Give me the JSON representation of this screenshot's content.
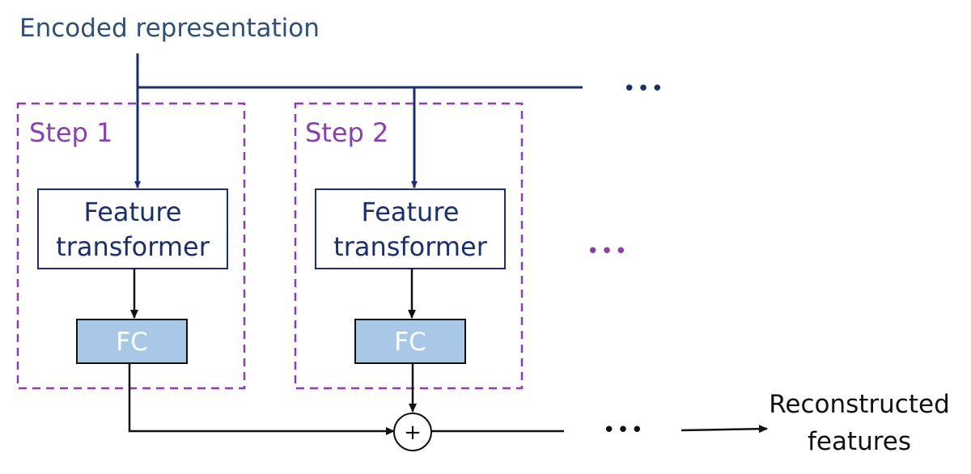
{
  "title": "Encoded representation",
  "steps": [
    {
      "label": "Step 1",
      "block": [
        "Feature",
        "transformer"
      ],
      "fc": "FC"
    },
    {
      "label": "Step 2",
      "block": [
        "Feature",
        "transformer"
      ],
      "fc": "FC"
    }
  ],
  "ellipsis": "•••",
  "adder_symbol": "+",
  "output": [
    "Reconstructed",
    "features"
  ],
  "colors": {
    "navy": "#1a2f6b",
    "title": "#2e4f7a",
    "purple": "#8a3fb0",
    "fc_fill": "#a9c8e8",
    "black": "#111111"
  }
}
